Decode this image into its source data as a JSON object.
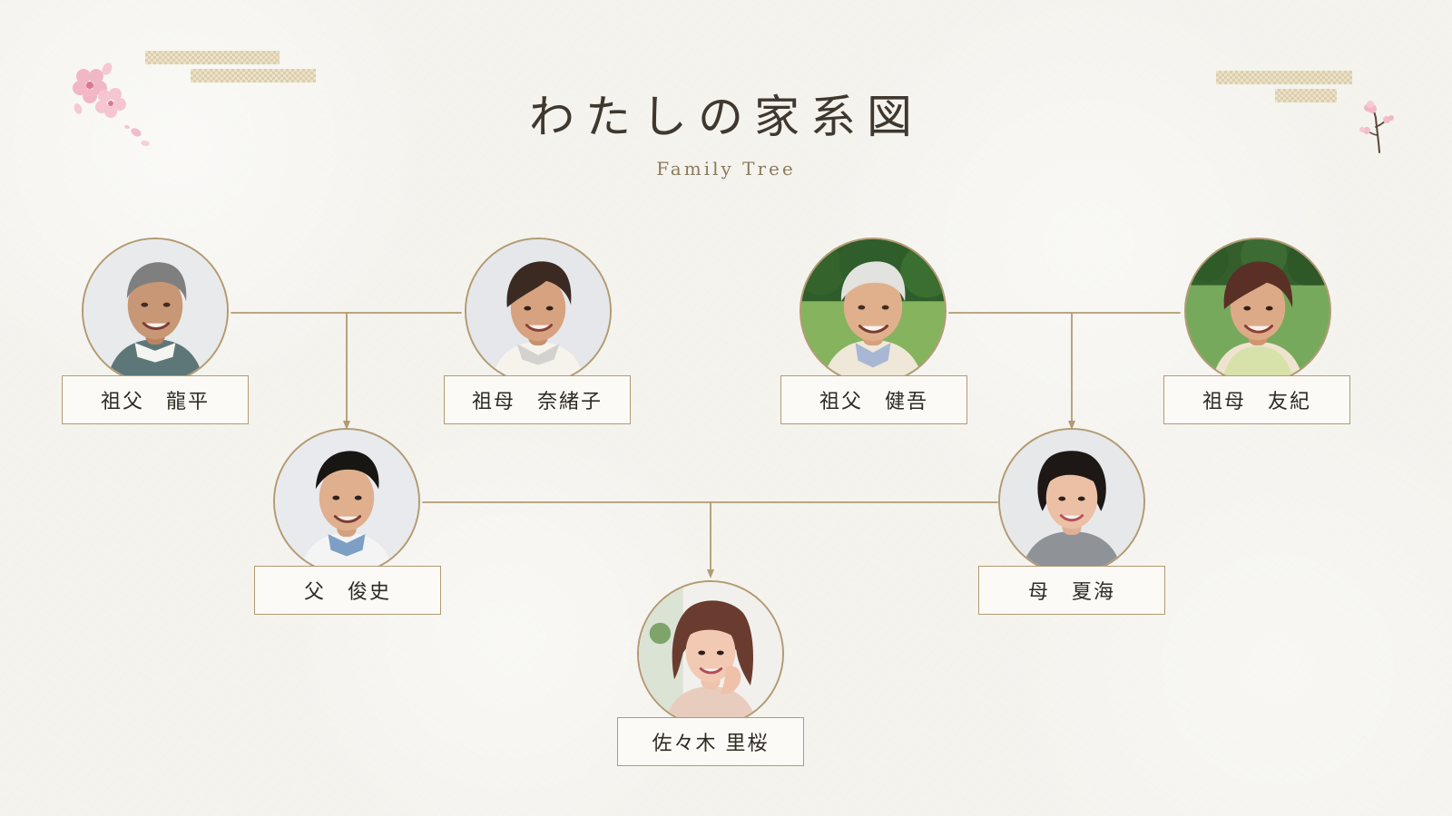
{
  "header": {
    "title": "わたしの家系図",
    "subtitle": "Family Tree"
  },
  "members": [
    {
      "role": "grandfather-paternal",
      "label": "祖父　龍平"
    },
    {
      "role": "grandmother-paternal",
      "label": "祖母　奈緒子"
    },
    {
      "role": "grandfather-maternal",
      "label": "祖父　健吾"
    },
    {
      "role": "grandmother-maternal",
      "label": "祖母　友紀"
    },
    {
      "role": "father",
      "label": "父　俊史"
    },
    {
      "role": "mother",
      "label": "母　夏海"
    },
    {
      "role": "self",
      "label": "佐々木 里桜"
    }
  ],
  "colors": {
    "background": "#f4f3ee",
    "accent": "#b39a72",
    "card": "#fbfaf6",
    "text": "#2f2a23"
  },
  "icons": {
    "top_left": "cherry-blossom-icon",
    "top_right": "cherry-branch-icon"
  }
}
